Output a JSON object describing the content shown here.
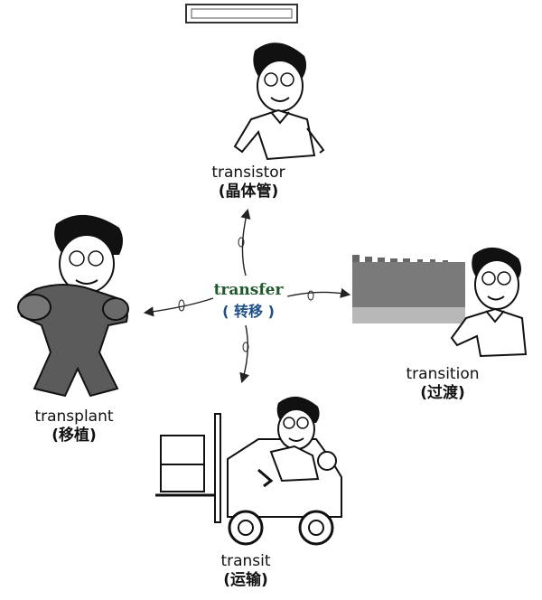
{
  "center": {
    "en": "transfer",
    "zh": "( 转移 )"
  },
  "branches": {
    "top": {
      "en": "transistor",
      "zh": "(晶体管)"
    },
    "right": {
      "en": "transition",
      "zh": "(过渡)"
    },
    "bottom": {
      "en": "transit",
      "zh": "(运输)"
    },
    "left": {
      "en": "transplant",
      "zh": "(移植)"
    }
  },
  "colors": {
    "center_en": "#1f5a2c",
    "center_zh": "#1f4f86",
    "ink": "#111111"
  }
}
